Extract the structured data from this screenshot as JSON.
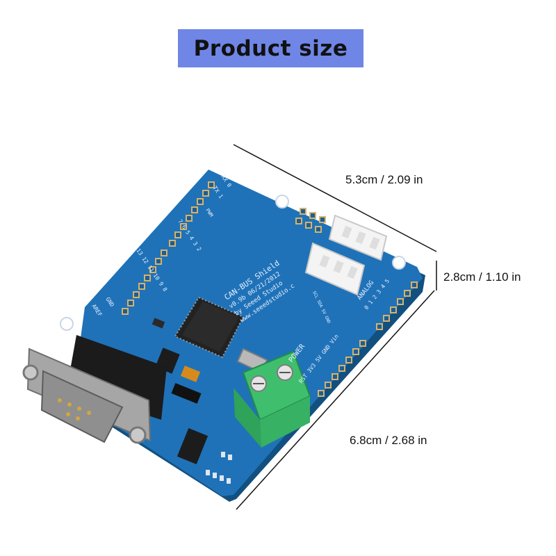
{
  "banner": {
    "title": "Product size",
    "color": "#6f86e6"
  },
  "dimensions": {
    "length": "5.3cm /  2.09 in",
    "height": "2.8cm /  1.10 in",
    "width": "6.8cm /  2.68 in"
  },
  "board": {
    "color": "#1f72b8",
    "silkscreen": {
      "title": "CAN-BUS Shield",
      "version": "v0.9b 06/21/2012",
      "maker": "by Seeed Studio",
      "url": "www.seeedstudio.c",
      "power": "POWER",
      "analog": "ANALOG",
      "analog_pins": "0 1 2 3 4 5",
      "power_pins": "RST 3V3 5V GND Vin",
      "gnd": "GND",
      "aref": "AREF",
      "rx": "RX 0",
      "tx": "TX 1",
      "pwm": "PWM",
      "digital_pins": "7 6 5 4 3 2",
      "digital_pins_high": "13 12 11 10 9 8",
      "i2c": "SCL SDA 5V GND"
    }
  }
}
